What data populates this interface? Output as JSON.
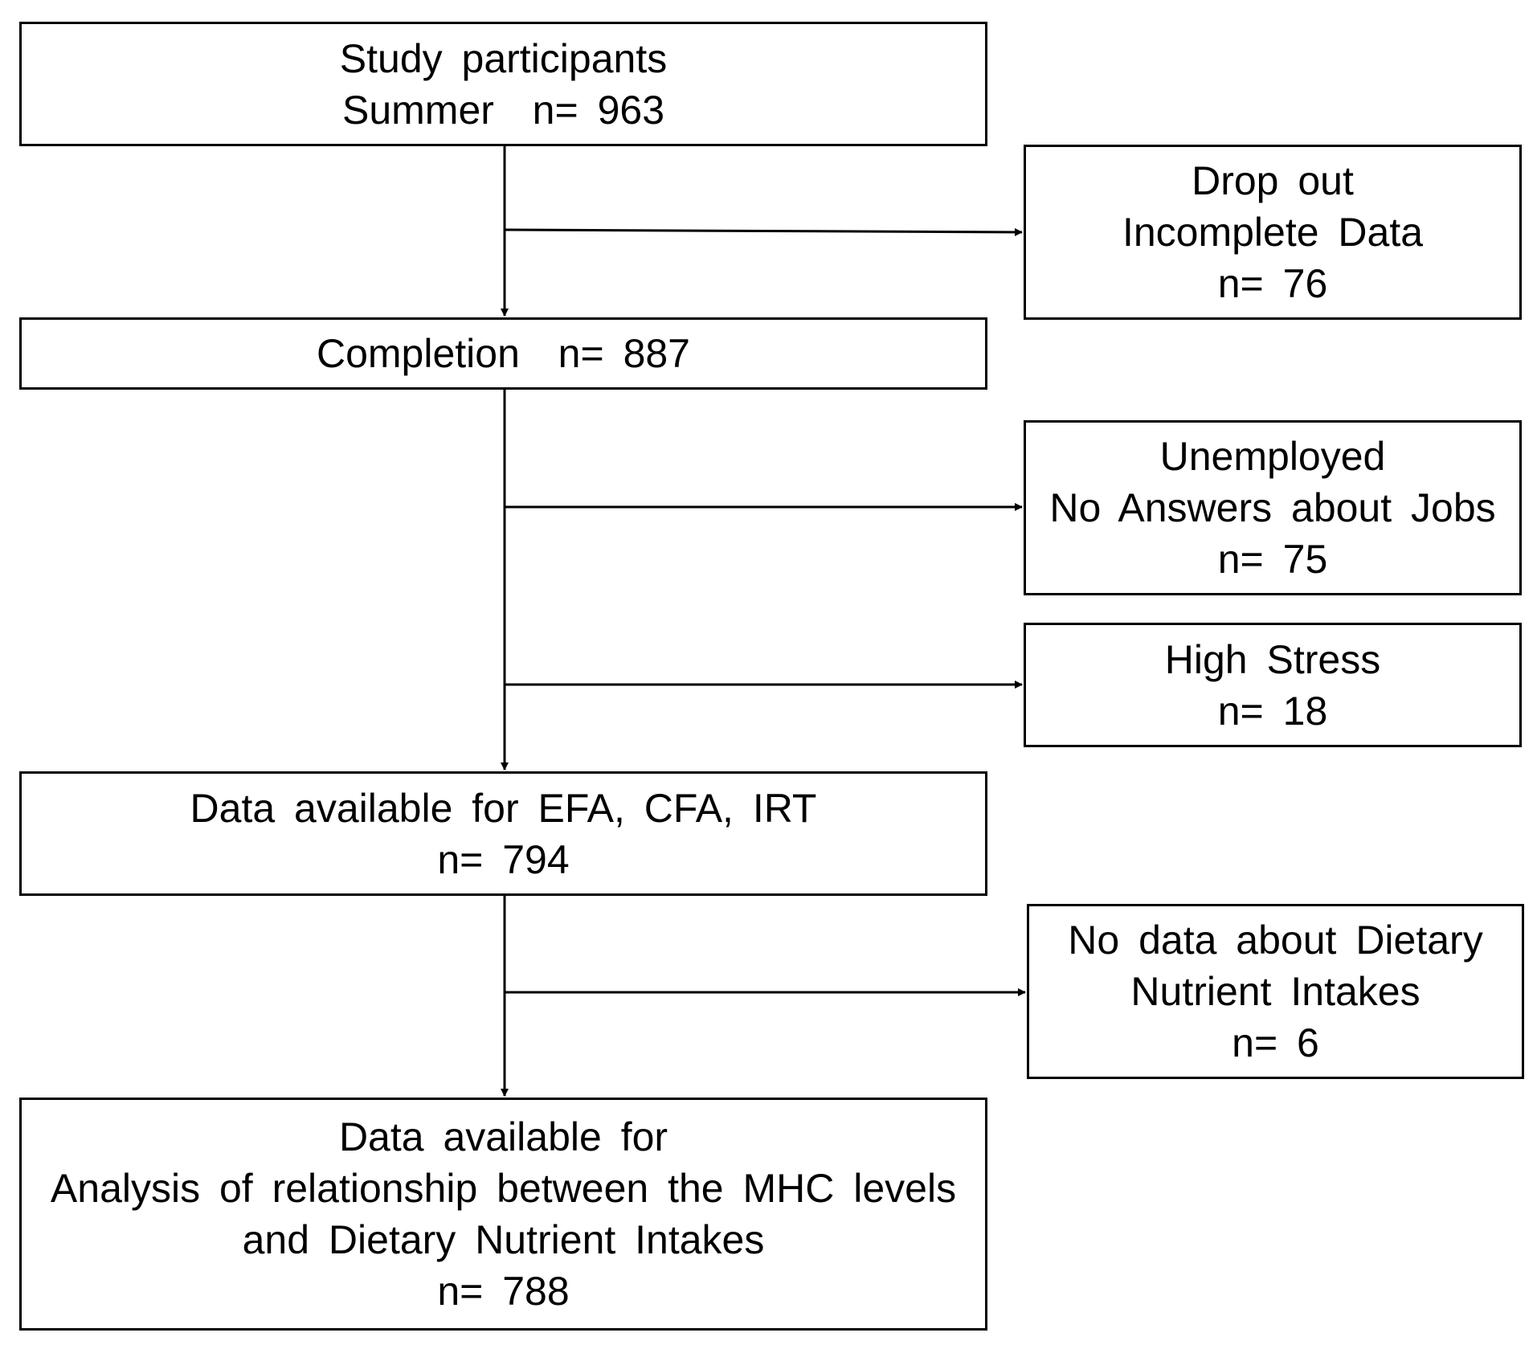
{
  "main_flow": {
    "participants": {
      "line1": "Study participants",
      "line2": "Summer  n= 963"
    },
    "completion": {
      "line1": "Completion  n= 887"
    },
    "efa_cfa_irt": {
      "line1": "Data available for EFA, CFA, IRT",
      "line2": "n= 794"
    },
    "final_analysis": {
      "line1": "Data available for",
      "line2": "Analysis of relationship between the MHC levels",
      "line3": "and Dietary Nutrient Intakes",
      "line4": "n= 788"
    }
  },
  "exclusions": {
    "dropout": {
      "line1": "Drop out",
      "line2": "Incomplete Data",
      "line3": "n= 76"
    },
    "unemployed": {
      "line1": "Unemployed",
      "line2": "No Answers about Jobs",
      "line3": "n= 75"
    },
    "high_stress": {
      "line1": "High Stress",
      "line2": "n= 18"
    },
    "no_dietary": {
      "line1": "No data about Dietary",
      "line2": "Nutrient Intakes",
      "line3": "n= 6"
    }
  }
}
